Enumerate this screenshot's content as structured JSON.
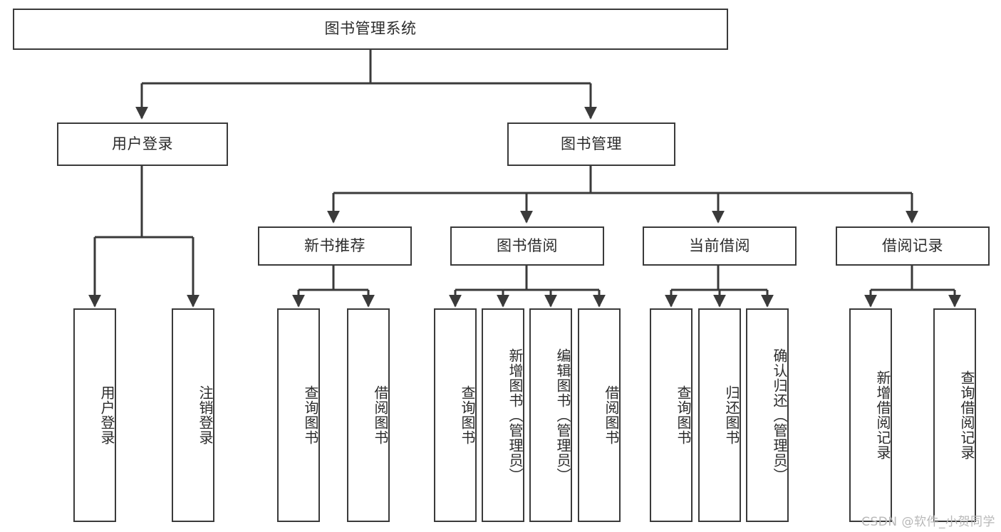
{
  "diagram": {
    "kind": "functional-structure-tree",
    "root": {
      "id": "root",
      "label": "图书管理系统"
    },
    "level2": [
      {
        "id": "user-login",
        "label": "用户登录"
      },
      {
        "id": "book-management",
        "label": "图书管理"
      }
    ],
    "level3": [
      {
        "id": "new-book-recommend",
        "label": "新书推荐"
      },
      {
        "id": "book-borrow",
        "label": "图书借阅"
      },
      {
        "id": "current-borrow",
        "label": "当前借阅"
      },
      {
        "id": "borrow-record",
        "label": "借阅记录"
      }
    ],
    "leaves": {
      "user_login": [
        {
          "id": "leaf-user-login",
          "label": "用户登录"
        },
        {
          "id": "leaf-user-logout",
          "label": "注销登录"
        }
      ],
      "new_book_recommend": [
        {
          "id": "leaf-query-book-1",
          "label": "查询图书"
        },
        {
          "id": "leaf-borrow-book-1",
          "label": "借阅图书"
        }
      ],
      "book_borrow": [
        {
          "id": "leaf-query-book-2",
          "label": "查询图书"
        },
        {
          "id": "leaf-add-book",
          "label": "新增图书（管理员）"
        },
        {
          "id": "leaf-edit-book",
          "label": "编辑图书（管理员）"
        },
        {
          "id": "leaf-borrow-book-2",
          "label": "借阅图书"
        }
      ],
      "current_borrow": [
        {
          "id": "leaf-query-book-3",
          "label": "查询图书"
        },
        {
          "id": "leaf-return-book",
          "label": "归还图书"
        },
        {
          "id": "leaf-confirm-return",
          "label": "确认归还（管理员）"
        }
      ],
      "borrow_record": [
        {
          "id": "leaf-add-record",
          "label": "新增借阅记录"
        },
        {
          "id": "leaf-query-record",
          "label": "查询借阅记录"
        }
      ]
    }
  },
  "watermark": {
    "text": "CSDN @软件_小贺同学"
  },
  "colors": {
    "stroke": "#3a3a3a",
    "text": "#2b2b2b",
    "background": "#ffffff",
    "watermark": "#b8b8b8"
  }
}
